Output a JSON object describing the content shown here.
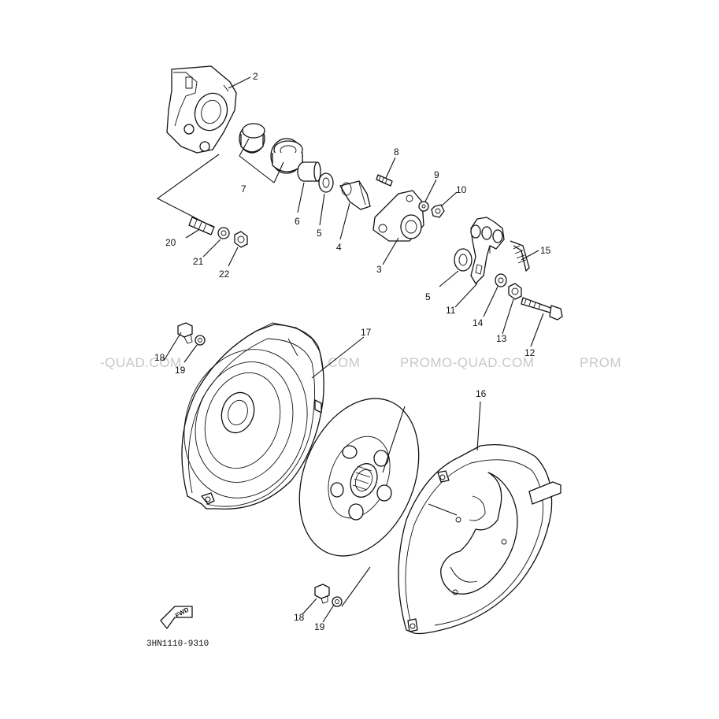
{
  "diagram": {
    "drawing_code": "3HN1110-9310",
    "direction_marker": "FWD",
    "watermarks": [
      "-QUAD.COM",
      "PROMO-QUAD.COM",
      "PROMO-QUAD.COM",
      "PROM"
    ],
    "callouts": [
      "2",
      "7",
      "6",
      "5",
      "4",
      "8",
      "9",
      "10",
      "3",
      "20",
      "21",
      "22",
      "15",
      "5",
      "11",
      "14",
      "13",
      "12",
      "18",
      "19",
      "17",
      "16",
      "18",
      "19"
    ]
  }
}
